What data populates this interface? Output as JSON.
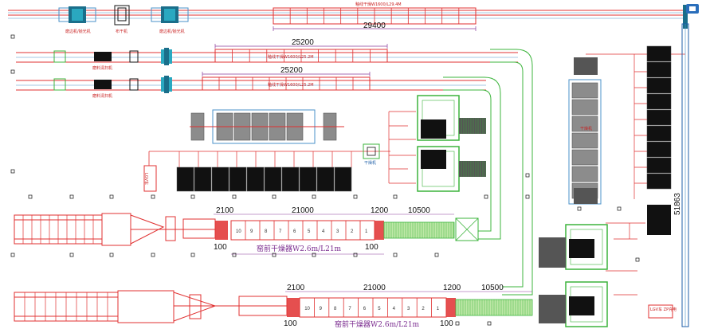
{
  "top_line": {
    "label": "釉线干燥W1600/L29.4M",
    "length": "29400"
  },
  "middle_lines": [
    {
      "length": "25200",
      "label": "釉线干燥W1600/L25.2M"
    },
    {
      "length": "25200",
      "label": "釉线干燥W1600/L25.2M"
    }
  ],
  "machines": {
    "edger_1": "磨边机/抛光机",
    "flipper": "布干机",
    "edger_2": "磨边机/抛光机",
    "cleaner_1": "磨料清扫机",
    "cleaner_2": "磨料清扫机",
    "dryer_small": "干燥机",
    "side_box": "LGV车",
    "bottom_box": "LGV车 ZP充电"
  },
  "kiln_upper": {
    "sections": [
      "10",
      "9",
      "8",
      "7",
      "6",
      "5",
      "4",
      "3",
      "2",
      "1"
    ],
    "dims": {
      "left": "2100",
      "middle": "21000",
      "right": "1200",
      "roller": "10500",
      "foot_left": "100",
      "foot_right": "100"
    },
    "caption": "窑前干燥器W2.6m/L21m"
  },
  "kiln_lower": {
    "sections": [
      "10",
      "9",
      "8",
      "7",
      "6",
      "5",
      "4",
      "3",
      "2",
      "1"
    ],
    "dims": {
      "left": "2100",
      "middle": "21000",
      "right": "1200",
      "roller": "10500",
      "foot_left": "100",
      "foot_right": "100"
    },
    "caption": "窑前干燥器W2.6m/L21m"
  },
  "vertical_dim": "51863",
  "colors": {
    "red": "#e03030",
    "green": "#3cb43c",
    "blue": "#4a90c8",
    "purple": "#8a3b9a",
    "black": "#111111"
  }
}
